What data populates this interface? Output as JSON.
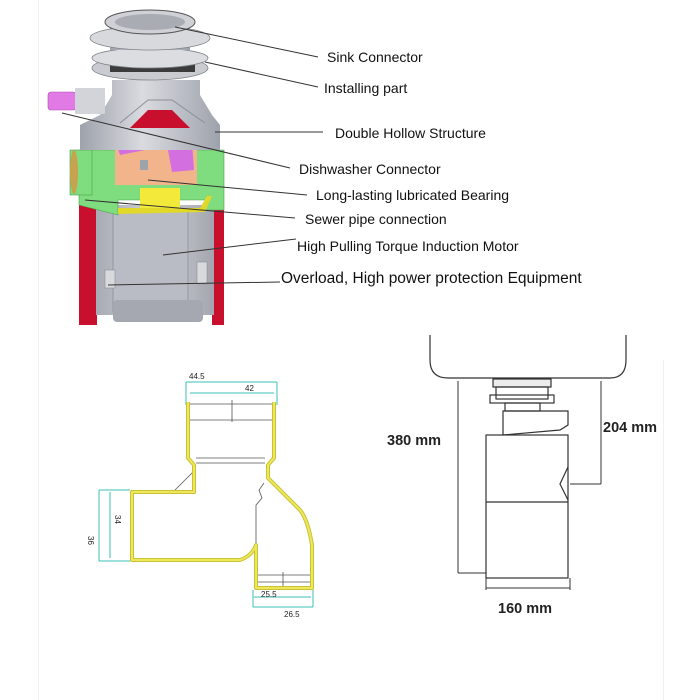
{
  "exploded_view": {
    "callouts": [
      {
        "id": "sink-connector",
        "label": "Sink Connector"
      },
      {
        "id": "installing-part",
        "label": "Installing part"
      },
      {
        "id": "double-hollow-structure",
        "label": "Double Hollow Structure"
      },
      {
        "id": "dishwasher-connector",
        "label": "Dishwasher Connector"
      },
      {
        "id": "bearing",
        "label": "Long-lasting lubricated Bearing"
      },
      {
        "id": "sewer-pipe-connection",
        "label": "Sewer pipe connection"
      },
      {
        "id": "induction-motor",
        "label": "High Pulling Torque Induction Motor"
      },
      {
        "id": "overload-protection",
        "label": "Overload, High power protection Equipment"
      }
    ],
    "colors": {
      "body_grey": "#b9bcc4",
      "housing_green": "#7fdc7f",
      "shell_red": "#c8102e",
      "chamber_orange": "#f2b48a",
      "plate_yellow": "#f3e93a",
      "connector_pink": "#e27ae6"
    }
  },
  "pipe_drawing": {
    "dimensions": {
      "top_outer": "44.5",
      "top_inner": "42",
      "side_outer": "36",
      "side_inner": "34",
      "bottom_inner": "25.5",
      "bottom_outer": "26.5"
    },
    "colors": {
      "pipe_wall": "#d8d23a",
      "dimension_line": "#3bbfb5"
    }
  },
  "install_drawing": {
    "height_total": "380 mm",
    "height_to_outlet": "204 mm",
    "width": "160 mm"
  }
}
